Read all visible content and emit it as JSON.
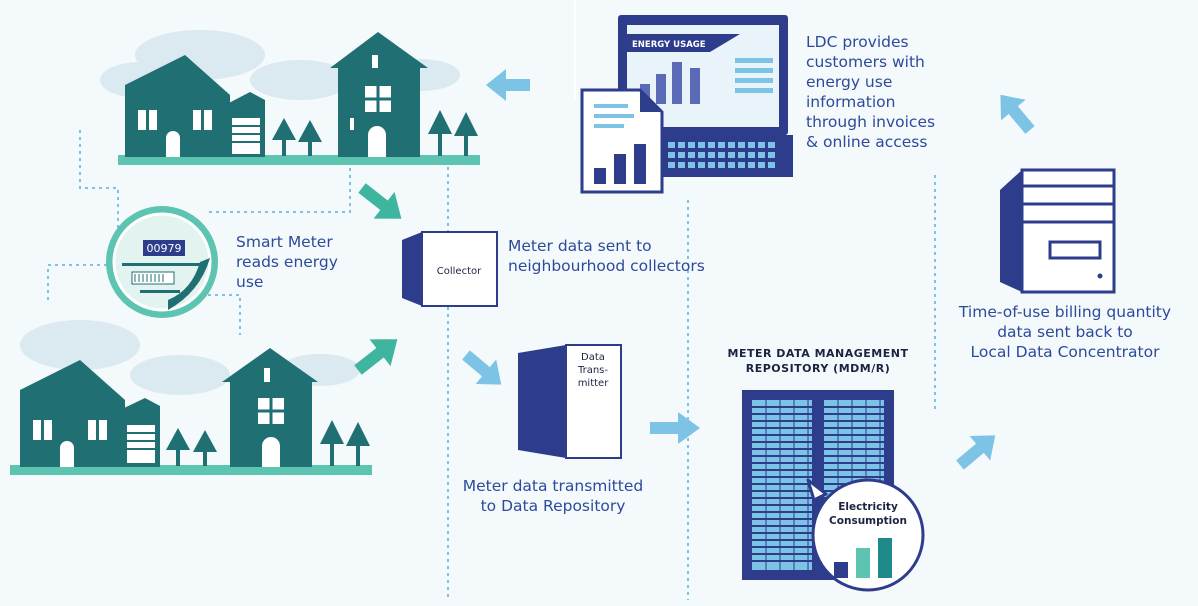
{
  "labels": {
    "smart_meter_1": "Smart Meter",
    "smart_meter_2": "reads energy",
    "smart_meter_3": "use",
    "meter_reading": "00979",
    "collector_box": "Collector",
    "collector_1": "Meter data sent to",
    "collector_2": "neighbourhood collectors",
    "transmitter_box_1": "Data",
    "transmitter_box_2": "Trans-",
    "transmitter_box_3": "mitter",
    "transmitted_1": "Meter data transmitted",
    "transmitted_2": "to Data Repository",
    "mdm_1": "METER DATA MANAGEMENT",
    "mdm_2": "REPOSITORY (MDM/R)",
    "bubble_1": "Electricity",
    "bubble_2": "Consumption",
    "energy_usage": "ENERGY USAGE",
    "ldc_1": "LDC provides",
    "ldc_2": "customers with",
    "ldc_3": "energy use",
    "ldc_4": "information",
    "ldc_5": "through invoices",
    "ldc_6": "& online access",
    "tou_1": "Time-of-use billing quantity",
    "tou_2": "data sent back to",
    "tou_3": "Local Data Concentrator"
  },
  "colors": {
    "teal": "#1f6f73",
    "teal_light": "#5cc4b0",
    "navy": "#2d3d8c",
    "blue_arrow": "#7cc3e6",
    "text_blue": "#2d4a9c"
  }
}
